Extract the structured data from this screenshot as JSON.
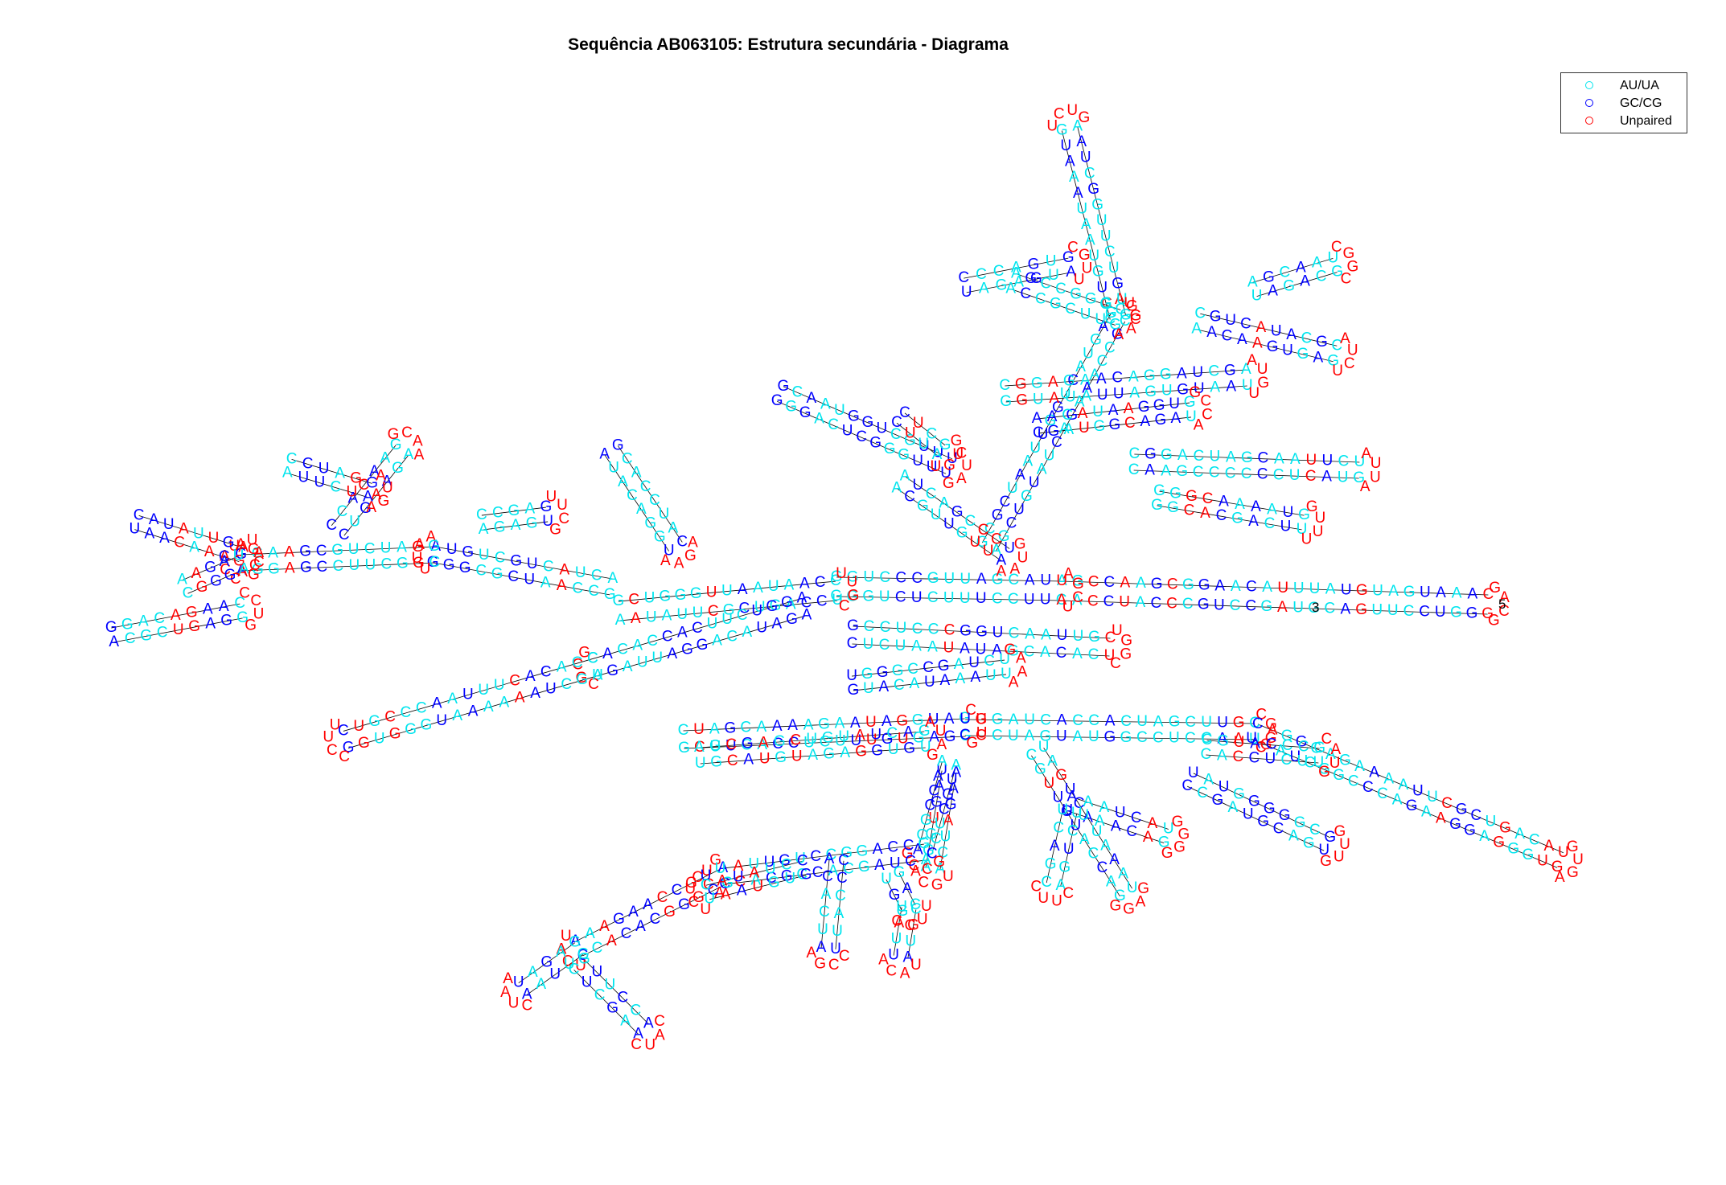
{
  "title": "Sequência AB063105: Estrutura secundária - Diagrama",
  "legend": {
    "items": [
      {
        "label": "AU/UA",
        "color": "#00e5ee"
      },
      {
        "label": "GC/CG",
        "color": "#0000ff"
      },
      {
        "label": "Unpaired",
        "color": "#ff0000"
      }
    ]
  },
  "end_labels": {
    "three_prime": "3",
    "five_prime": "5"
  },
  "colors": {
    "au": "#00e5ee",
    "gc": "#0000ff",
    "unpaired": "#ff0000",
    "backbone": "#000000"
  },
  "sequence_id": "AB063105",
  "nucleotides": "ACGU"
}
